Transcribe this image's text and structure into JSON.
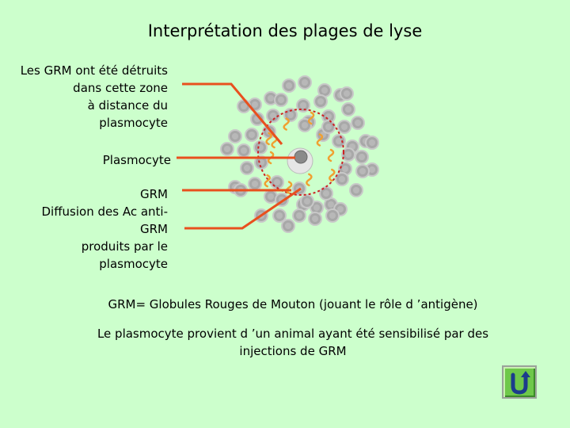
{
  "title": "Interprétation des plages de lyse",
  "labels": {
    "destroyed_zone": "Les GRM ont été détruits\ndans cette zone\nà distance du\nplasmocyte",
    "plasmocyte": "Plasmocyte",
    "diffusion": "GRM\nDiffusion des Ac anti-\nGRM\nproduits par le\nplasmocyte"
  },
  "notes": {
    "definition": "GRM= Globules Rouges de Mouton (jouant le rôle d ’antigène)",
    "origin": "Le plasmocyte provient d ’un animal ayant été sensibilisé par des\ninjections de GRM"
  },
  "colors": {
    "background": "#ccffcc",
    "arrow": "#e8501e",
    "antibody": "#f0a030",
    "cell": "#a8a8a8",
    "zone_circle": "#cc2222",
    "button": "#6ec84a"
  },
  "icons": {
    "back_button": "return-arrow-icon"
  }
}
